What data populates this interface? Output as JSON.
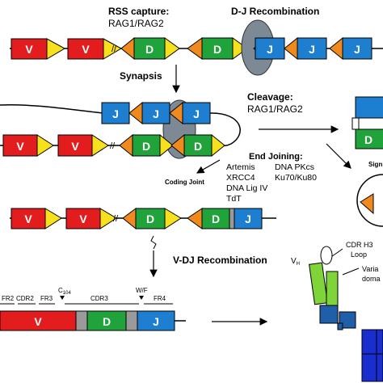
{
  "colors": {
    "v": "#e31d1d",
    "d": "#1fa33a",
    "j": "#1e7fd0",
    "heptamer": "#f7e11c",
    "nonamer": "#f08a1e",
    "rag": "#7d8a96",
    "gap": "#9a9a9a",
    "vh_domain": "#7fd43a",
    "ch_domain": "#1f5faa",
    "lower_domain": "#1a2ecf"
  },
  "text": {
    "rss_capture": "RSS capture:",
    "rag1_rag2": "RAG1/RAG2",
    "dj_recombination": "D-J Recombination",
    "synapsis": "Synapsis",
    "cleavage": "Cleavage:",
    "cleavage_enzymes": "RAG1/RAG2",
    "end_joining": "End Joining:",
    "artemis": "Artemis",
    "dna_pkcs": "DNA PKcs",
    "xrcc4": "XRCC4",
    "ku": "Ku70/Ku80",
    "dna_lig_iv": "DNA Lig IV",
    "tdt": "TdT",
    "coding_joint": "Coding Joint",
    "signal_partial": "Sign",
    "vdj_recombination": "V-DJ Recombination",
    "fr2": "FR2",
    "cdr2": "CDR2",
    "fr3": "FR3",
    "c104": "C",
    "c104_sub": "104",
    "cdr3": "CDR3",
    "wf": "W/F",
    "fr4": "FR4",
    "cdr_h3": "CDR H3",
    "loop": "Loop",
    "vh": "V",
    "vh_sub": "H",
    "variable_partial": "Varia",
    "domain_partial": "doma"
  },
  "segments": {
    "v": "V",
    "d": "D",
    "j": "J"
  }
}
